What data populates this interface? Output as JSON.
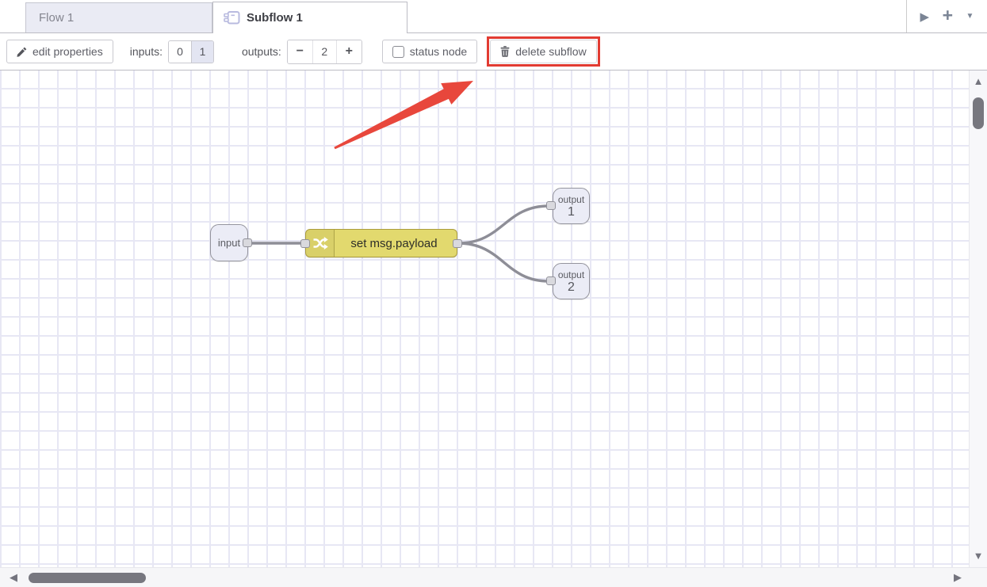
{
  "tab_bar": {
    "flow_tab": "Flow 1",
    "subflow_tab": "Subflow 1",
    "icons": {
      "scroll_tabs": "▶",
      "add_flow": "+",
      "flow_menu": "▼"
    }
  },
  "toolbar": {
    "edit_properties_label": "edit properties",
    "inputs_label": "inputs:",
    "inputs_options": [
      {
        "label": "0",
        "selected": false
      },
      {
        "label": "1",
        "selected": true
      }
    ],
    "outputs_label": "outputs:",
    "outputs_minus_icon": "−",
    "outputs_value": "2",
    "outputs_plus_icon": "+",
    "status_node_label": "status node",
    "status_node_checked": false,
    "delete_subflow_label": "delete subflow"
  },
  "annotations": {
    "highlighted_control": "delete subflow",
    "highlight_box_color": "#e23b32",
    "arrow_color": "#e8473c"
  },
  "canvas": {
    "nodes": [
      {
        "id": "input",
        "type": "subflow-input",
        "label": "input"
      },
      {
        "id": "set-msg-payload",
        "type": "change",
        "label": "set msg.payload",
        "color": "#e2d96e"
      },
      {
        "id": "output-1",
        "type": "subflow-output",
        "label": "output",
        "number": "1"
      },
      {
        "id": "output-2",
        "type": "subflow-output",
        "label": "output",
        "number": "2"
      }
    ],
    "wires": [
      {
        "from": "input",
        "to": "set-msg-payload"
      },
      {
        "from": "set-msg-payload",
        "to": "output-1"
      },
      {
        "from": "set-msg-payload",
        "to": "output-2"
      }
    ]
  },
  "scrollbars": {
    "up_icon": "▲",
    "down_icon": "▼",
    "left_icon": "◀",
    "right_icon": "▶"
  }
}
